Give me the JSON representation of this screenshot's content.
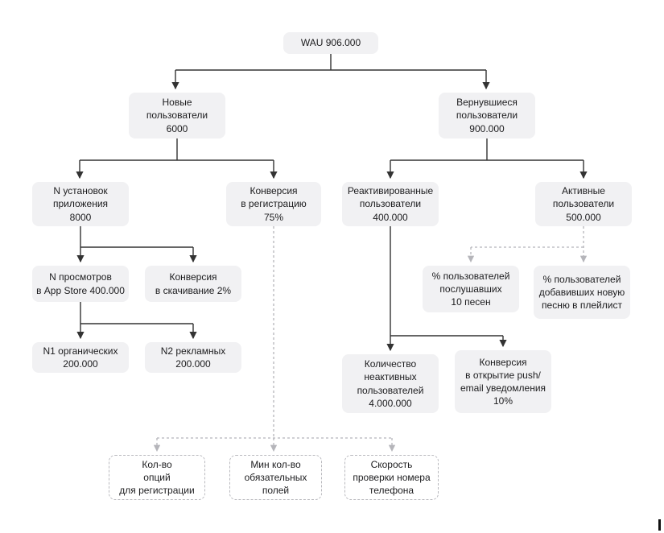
{
  "diagram": {
    "colors": {
      "node_background": "#f1f1f3",
      "node_text": "#1c1c1e",
      "connector_solid": "#333333",
      "connector_dashed": "#b5b5ba",
      "dashed_box_border": "#b9b9be"
    },
    "nodes": {
      "wau": {
        "label": "WAU 906.000"
      },
      "new_users": {
        "label": "Новые\nпользователи\n6000"
      },
      "returning_users": {
        "label": "Вернувшиеся\nпользователи\n900.000"
      },
      "installs": {
        "label": "N установок\nприложения\n8000"
      },
      "conversion_registration": {
        "label": "Конверсия\nв регистрацию\n75%"
      },
      "reactivated": {
        "label": "Реактивированные\nпользователи\n400.000"
      },
      "active": {
        "label": "Активные\nпользователи\n500.000"
      },
      "appstore_views": {
        "label": "N просмотров\nв App Store 400.000"
      },
      "conversion_download": {
        "label": "Конверсия\nв скачивание 2%"
      },
      "n1_organic": {
        "label": "N1 органических\n200.000"
      },
      "n2_ads": {
        "label": "N2 рекламных\n200.000"
      },
      "pct_listened": {
        "label": "% пользователей\nпослушавших\n10 песен"
      },
      "pct_added": {
        "label": "% пользователей\nдобавивших новую\nпесню в плейлист"
      },
      "inactive_count": {
        "label": "Количество\nнеактивных\nпользователей\n4.000.000"
      },
      "conversion_push": {
        "label": "Конверсия\nв открытие push/\nemail уведомления\n10%"
      },
      "options_count": {
        "label": "Кол-во\nопций\nдля регистрации"
      },
      "min_fields": {
        "label": "Мин кол-во\nобязательных\nполей"
      },
      "phone_check_speed": {
        "label": "Скорость\nпроверки номера\nтелефона"
      }
    }
  }
}
